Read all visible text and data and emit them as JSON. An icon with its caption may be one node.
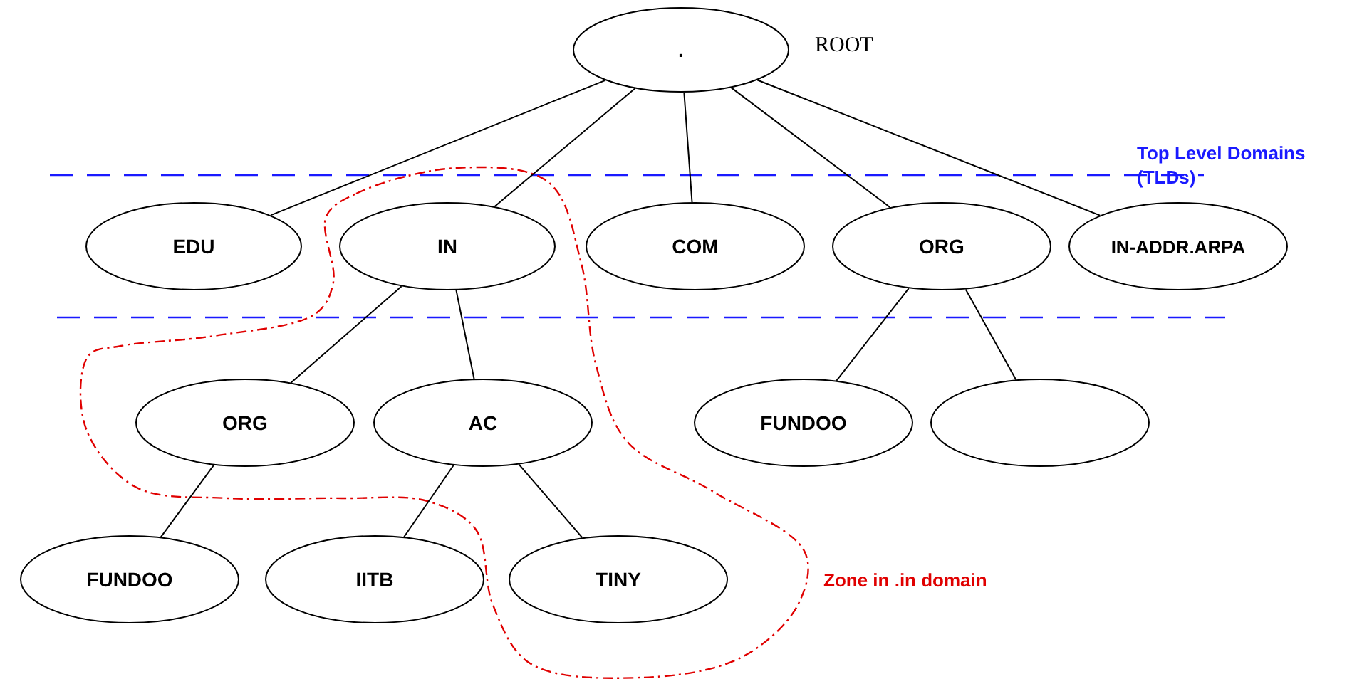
{
  "diagram": {
    "nodes": [
      {
        "text": [
          "."
        ],
        "beside": [
          "ROOT"
        ]
      },
      {
        "text": [
          "EDU"
        ]
      },
      {
        "text": [
          "IN"
        ]
      },
      {
        "text": [
          "COM"
        ]
      },
      {
        "text": [
          "ORG"
        ]
      },
      {
        "text": [
          "IN-ADDR.ARPA"
        ]
      },
      {
        "text": [
          "ORG"
        ]
      },
      {
        "text": [
          "AC"
        ]
      },
      {
        "text": [
          "FUNDOO"
        ]
      },
      {
        "text": [],
        "shape": "ellipse"
      },
      {
        "text": [
          "FUNDOO"
        ]
      },
      {
        "text": [
          "IITB"
        ]
      },
      {
        "text": [
          "TINY"
        ]
      }
    ],
    "edges": [
      {
        "from": 0,
        "to": 1,
        "arrow": "none"
      },
      {
        "from": 0,
        "to": 2,
        "arrow": "none"
      },
      {
        "from": 0,
        "to": 3,
        "arrow": "none"
      },
      {
        "from": 0,
        "to": 4,
        "arrow": "none"
      },
      {
        "from": 0,
        "to": 5,
        "arrow": "none"
      },
      {
        "from": 2,
        "to": 6,
        "arrow": "none"
      },
      {
        "from": 2,
        "to": 7,
        "arrow": "none"
      },
      {
        "from": 4,
        "to": 8,
        "arrow": "none"
      },
      {
        "from": 4,
        "to": 9,
        "arrow": "none"
      },
      {
        "from": 6,
        "to": 10,
        "arrow": "none"
      },
      {
        "from": 7,
        "to": 11,
        "arrow": "none"
      },
      {
        "from": 7,
        "to": 12,
        "arrow": "none"
      }
    ],
    "labels": [
      "Top Level Domains (TLDs)",
      "Zone in .in domain"
    ]
  }
}
